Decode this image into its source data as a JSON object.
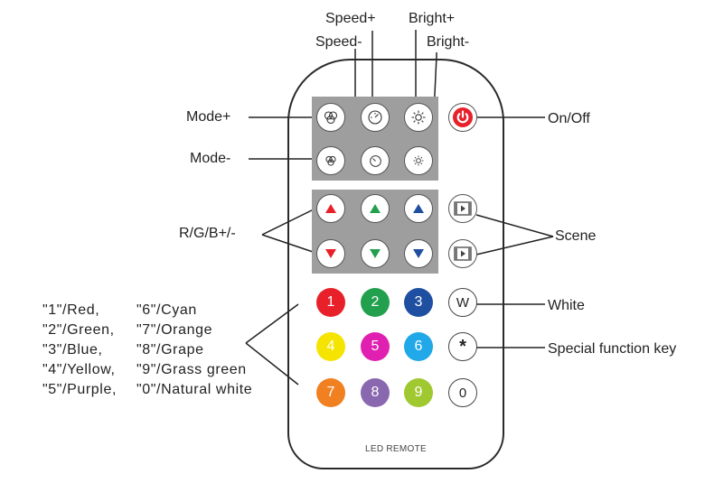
{
  "labels": {
    "speed_plus": "Speed+",
    "speed_minus": "Speed-",
    "bright_plus": "Bright+",
    "bright_minus": "Bright-",
    "mode_plus": "Mode+",
    "mode_minus": "Mode-",
    "on_off": "On/Off",
    "rgb": "R/G/B+/-",
    "scene": "Scene",
    "white": "White",
    "special": "Special function key"
  },
  "legend": [
    [
      "\"1\"/Red,",
      "\"6\"/Cyan"
    ],
    [
      "\"2\"/Green,",
      "\"7\"/Orange"
    ],
    [
      "\"3\"/Blue,",
      "\"8\"/Grape"
    ],
    [
      "\"4\"/Yellow,",
      "\"9\"/Grass green"
    ],
    [
      "\"5\"/Purple,",
      "\"0\"/Natural white"
    ]
  ],
  "remote": {
    "brand": "LED REMOTE",
    "number_keys": [
      {
        "label": "1",
        "color": "#e8202a"
      },
      {
        "label": "2",
        "color": "#23a04e"
      },
      {
        "label": "3",
        "color": "#1e4fa0"
      },
      {
        "label": "4",
        "color": "#f5e400"
      },
      {
        "label": "5",
        "color": "#e020b0"
      },
      {
        "label": "6",
        "color": "#20a8e8"
      },
      {
        "label": "7",
        "color": "#f08020"
      },
      {
        "label": "8",
        "color": "#8a68b0"
      },
      {
        "label": "9",
        "color": "#a0c830"
      },
      {
        "label": "0",
        "color": "#ffffff"
      }
    ],
    "white_key": "W",
    "special_key": "*",
    "arrow_colors": {
      "red": "#e8202a",
      "green": "#23a04e",
      "blue": "#1e4fa0"
    },
    "power_color": "#e8202a"
  }
}
